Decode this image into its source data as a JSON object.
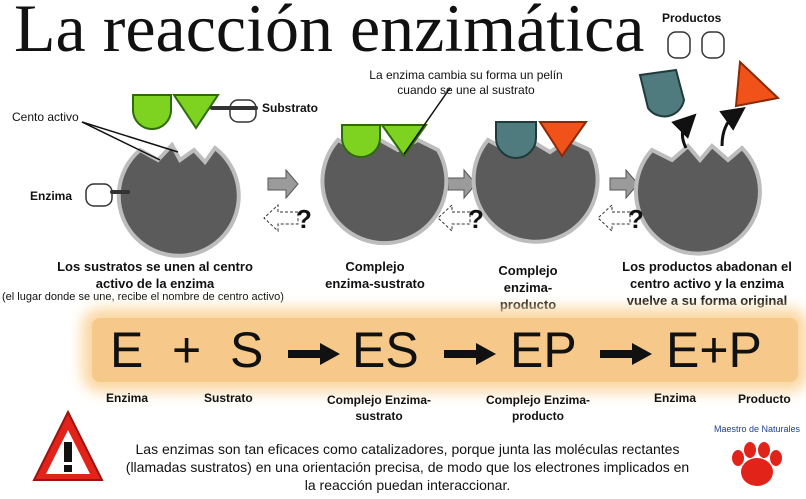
{
  "title": "La reacción enzimática",
  "diagram": {
    "labels": {
      "active_site": "Cento activo",
      "substrate": "Substrato",
      "enzyme": "Enzima",
      "products": "Productos",
      "shape_change": "La enzima cambia su forma un pelín cuando se une al sustrato",
      "question_mark": "?"
    },
    "steps": [
      {
        "caption": "Los sustratos se unen al centro activo de la enzima",
        "sub": "(el lugar donde se une, recibe el nombre de centro activo)"
      },
      {
        "caption": "Complejo enzima-sustrato"
      },
      {
        "caption": "Complejo enzima-producto"
      },
      {
        "caption": "Los productos abadonan el centro activo y la enzima vuelve a su forma original"
      }
    ]
  },
  "equation": {
    "terms": [
      "E",
      "+",
      "S",
      "ES",
      "EP",
      "E+P"
    ],
    "labels": [
      "Enzima",
      "Sustrato",
      "Complejo Enzima-sustrato",
      "Complejo Enzima-producto",
      "Enzima",
      "Producto"
    ]
  },
  "footer": {
    "note": "Las enzimas son tan eficaces como catalizadores, porque junta las moléculas rectantes (llamadas sustratos) en una orientación precisa, de modo que los electrones implicados en la reacción puedan interaccionar.",
    "logo_text": "Maestro de Naturales"
  },
  "colors": {
    "enzyme": "#5b5b5b",
    "substrate": "#7ed321",
    "product_teal": "#4f7b7e",
    "product_orange": "#f0521a",
    "equation_band": "#f6c98a"
  }
}
